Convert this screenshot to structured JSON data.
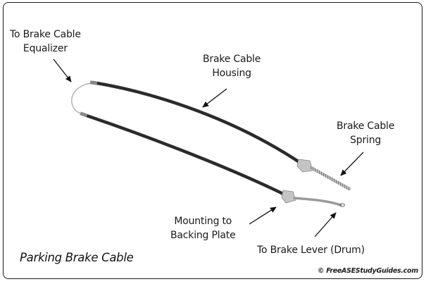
{
  "diagram": {
    "title": "Parking Brake Cable",
    "credit": "© FreeASEStudyGuides.com",
    "colors": {
      "housing": "#2b2b2b",
      "steel": "#b8b8b8",
      "text": "#1a1a1a",
      "border": "#1a1a1a"
    },
    "labels": [
      {
        "id": "equalizer",
        "lines": [
          "To Brake Cable",
          "Equalizer"
        ]
      },
      {
        "id": "housing",
        "lines": [
          "Brake Cable",
          "Housing"
        ]
      },
      {
        "id": "spring",
        "lines": [
          "Brake Cable",
          "Spring"
        ]
      },
      {
        "id": "mounting",
        "lines": [
          "Mounting to",
          "Backing Plate"
        ]
      },
      {
        "id": "lever",
        "lines": [
          "To Brake Lever (Drum)"
        ]
      }
    ]
  }
}
